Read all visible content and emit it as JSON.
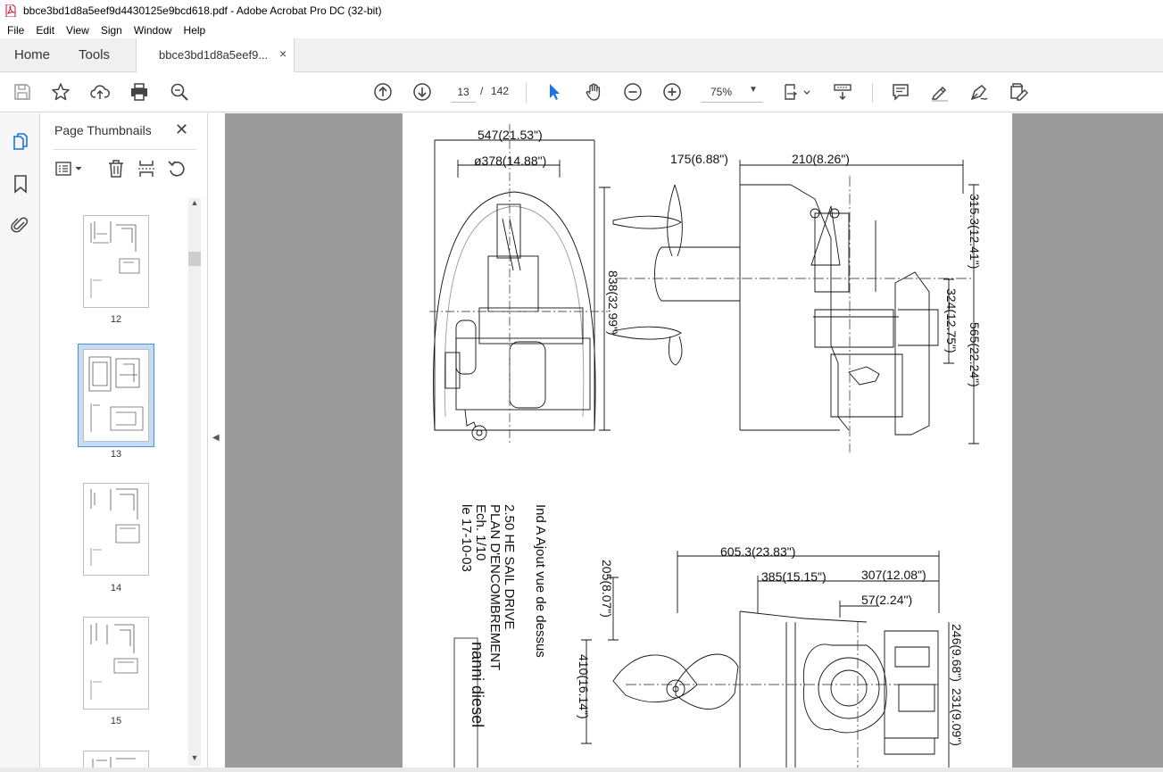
{
  "window": {
    "title": "bbce3bd1d8a5eef9d4430125e9bcd618.pdf - Adobe Acrobat Pro DC (32-bit)"
  },
  "menu": [
    "File",
    "Edit",
    "View",
    "Sign",
    "Window",
    "Help"
  ],
  "tabs": {
    "home": "Home",
    "tools": "Tools",
    "document": "bbce3bd1d8a5eef9...",
    "close_glyph": "×"
  },
  "toolbar": {
    "current_page": "13",
    "page_separator": "/",
    "total_pages": "142",
    "zoom": "75%"
  },
  "panel": {
    "title": "Page Thumbnails",
    "close_glyph": "✕",
    "thumbnails": [
      {
        "label": "12",
        "selected": false
      },
      {
        "label": "13",
        "selected": true
      },
      {
        "label": "14",
        "selected": false
      },
      {
        "label": "15",
        "selected": false
      }
    ]
  },
  "drawing": {
    "dimensions": {
      "d1": "547(21.53\")",
      "d2": "ø378(14.88\")",
      "d3": "175(6.88\")",
      "d4": "210(8.26\")",
      "d5": "838(32.99\")",
      "d6": "315.3(12.41\")",
      "d7": "324(12.75\")",
      "d8": "565(22.24\")",
      "d9": "605.3(23.83\")",
      "d10": "385(15.15\")",
      "d11": "307(12.08\")",
      "d12": "57(2.24\")",
      "d13": "205(8.07\")",
      "d14": "410(16.14\")",
      "d15": "246(9.68\")",
      "d16": "231(9.09\")"
    },
    "notes": {
      "n1": "Ind A Ajout vue de dessus",
      "n2": "2.50 HE SAIL DRIVE",
      "n3": "PLAN D'ENCOMBREMENT",
      "n4": "Ech. 1/10",
      "n5": "le 17-10-03",
      "logo": "nanni diesel"
    }
  }
}
